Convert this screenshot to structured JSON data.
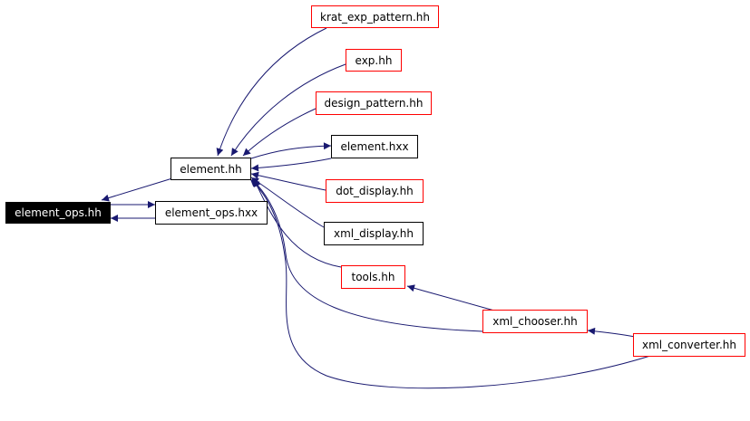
{
  "colors": {
    "edge": "#191970",
    "red_border": "#ff0000",
    "black_border": "#000000",
    "selected_fill": "#000000",
    "selected_text": "#ffffff"
  },
  "nodes": {
    "element_ops_hh": "element_ops.hh",
    "element_hh": "element.hh",
    "element_ops_hxx": "element_ops.hxx",
    "krat_exp_pattern_hh": "krat_exp_pattern.hh",
    "exp_hh": "exp.hh",
    "design_pattern_hh": "design_pattern.hh",
    "element_hxx": "element.hxx",
    "dot_display_hh": "dot_display.hh",
    "xml_display_hh": "xml_display.hh",
    "tools_hh": "tools.hh",
    "xml_chooser_hh": "xml_chooser.hh",
    "xml_converter_hh": "xml_converter.hh"
  },
  "edges": [
    {
      "from": "element_hh",
      "to": "element_ops_hh"
    },
    {
      "from": "element_ops_hxx",
      "to": "element_ops_hh"
    },
    {
      "from": "element_ops_hh",
      "to": "element_ops_hxx"
    },
    {
      "from": "krat_exp_pattern_hh",
      "to": "element_hh"
    },
    {
      "from": "exp_hh",
      "to": "element_hh"
    },
    {
      "from": "design_pattern_hh",
      "to": "element_hh"
    },
    {
      "from": "element_hh",
      "to": "element_hxx"
    },
    {
      "from": "element_hxx",
      "to": "element_hh"
    },
    {
      "from": "dot_display_hh",
      "to": "element_hh"
    },
    {
      "from": "xml_display_hh",
      "to": "element_hh"
    },
    {
      "from": "tools_hh",
      "to": "element_hh"
    },
    {
      "from": "xml_chooser_hh",
      "to": "element_hh"
    },
    {
      "from": "xml_converter_hh",
      "to": "element_hh"
    },
    {
      "from": "xml_chooser_hh",
      "to": "tools_hh"
    },
    {
      "from": "xml_converter_hh",
      "to": "xml_chooser_hh"
    }
  ]
}
